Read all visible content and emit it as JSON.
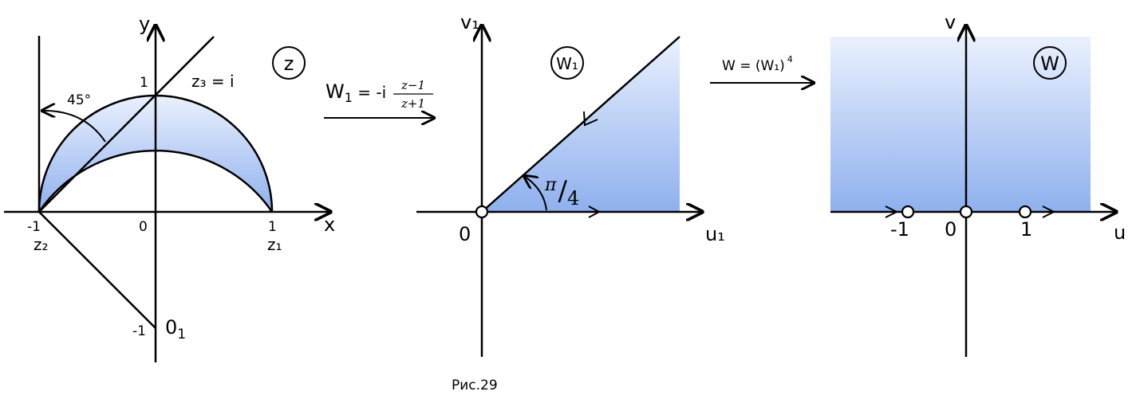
{
  "panel_z": {
    "badge": "z",
    "axis_x": "x",
    "axis_y": "y",
    "tick_neg1": "-1",
    "tick_1": "1",
    "tick_0": "0",
    "tick_y1": "1",
    "tick_yneg1": "-1",
    "label_z1": "z₁",
    "label_z2": "z₂",
    "label_z3": "z₃ = i",
    "label_O1_base": "0",
    "label_O1_sub": "1",
    "angle": "45°"
  },
  "map1": {
    "lhs_w": "W",
    "lhs_sub": "1",
    "lhs_rest": " = -i",
    "numerator": "z−1",
    "denominator": "z+1"
  },
  "panel_w1": {
    "badge": "W₁",
    "axis_u": "u₁",
    "axis_v": "v₁",
    "origin": "0",
    "angle_pi": "π",
    "angle_slash": "/",
    "angle_den": "4"
  },
  "map2": {
    "formula": "W = (W₁)",
    "exponent": "4"
  },
  "panel_w": {
    "badge": "W",
    "axis_u": "u",
    "axis_v": "v",
    "tick_neg1": "-1",
    "tick_0": "0",
    "tick_1": "1"
  },
  "caption": "Рис.29"
}
